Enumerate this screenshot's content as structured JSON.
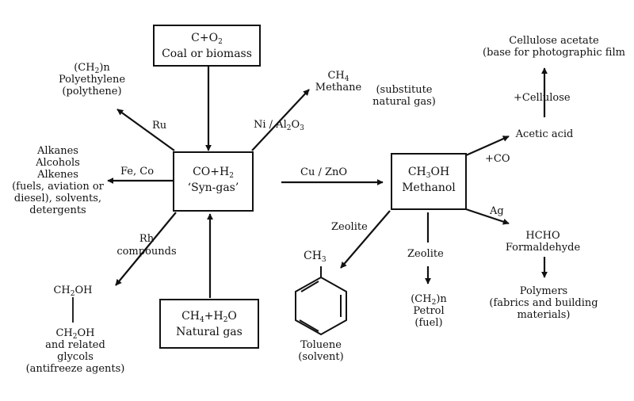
{
  "boxes": {
    "coal": {
      "formula": "C+O",
      "formula_sub": "2",
      "label": "Coal or biomass"
    },
    "syngas": {
      "formula_a": "CO+H",
      "formula_sub": "2",
      "label": "‘Syn-gas’"
    },
    "natural_gas": {
      "formula_a": "CH",
      "sub1": "4",
      "formula_b": "+H",
      "sub2": "2",
      "formula_c": "O",
      "label": "Natural gas"
    },
    "methanol": {
      "formula_a": "CH",
      "sub1": "3",
      "formula_b": "OH",
      "label": "Methanol"
    }
  },
  "products": {
    "polyethylene": {
      "formula": "(CH",
      "sub": "2",
      "formula_end": ")n",
      "line1": "Polyethylene",
      "line2": "(polythene)"
    },
    "methane": {
      "formula": "CH",
      "sub": "4",
      "line1": "Methane",
      "note1": "(substitute",
      "note2": "natural gas)"
    },
    "alkanes": {
      "lines": [
        "Alkanes",
        "Alcohols",
        "Alkenes",
        "(fuels, aviation or",
        "diesel), solvents,",
        "detergents"
      ]
    },
    "glycol": {
      "top": "CH",
      "top_sub": "2",
      "top_end": "OH",
      "bottom": "CH",
      "bottom_sub": "2",
      "bottom_end": "OH",
      "lines": [
        "and related",
        "glycols",
        "(antifreeze agents)"
      ]
    },
    "acetic_acid": "Acetic acid",
    "cellulose_acetate": {
      "line1": "Cellulose acetate",
      "line2": "(base for photographic film"
    },
    "formaldehyde": {
      "line1": "HCHO",
      "line2": "Formaldehyde"
    },
    "polymers": {
      "lines": [
        "Polymers",
        "(fabrics and building",
        "materials)"
      ]
    },
    "toluene": {
      "ch3": "CH",
      "ch3_sub": "3",
      "line1": "Toluene",
      "line2": "(solvent)"
    },
    "petrol": {
      "formula": "(CH",
      "sub": "2",
      "formula_end": ")n",
      "line1": "Petrol",
      "line2": "(fuel)"
    }
  },
  "catalysts": {
    "ru": "Ru",
    "ni": "Ni / Al",
    "ni_sub1": "2",
    "ni_mid": "O",
    "ni_sub2": "3",
    "fe_co": "Fe,  Co",
    "rh": "Rh",
    "rh2": "compounds",
    "cu": "Cu / ZnO",
    "zeolite1": "Zeolite",
    "zeolite2": "Zeolite",
    "co": "+CO",
    "cellulose": "+Cellulose",
    "ag": "Ag"
  }
}
